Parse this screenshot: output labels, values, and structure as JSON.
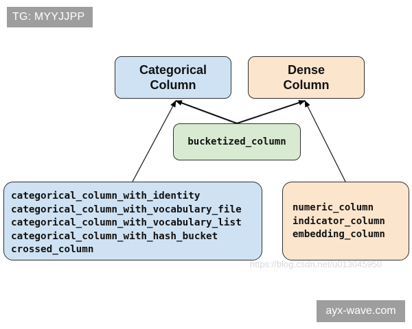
{
  "watermark_top": "TG: MYYJJPP",
  "nodes": {
    "categorical": "Categorical\nColumn",
    "dense": "Dense\nColumn",
    "bucketized": "bucketized_column",
    "categorical_list": [
      "categorical_column_with_identity",
      "categorical_column_with_vocabulary_file",
      "categorical_column_with_vocabulary_list",
      "categorical_column_with_hash_bucket",
      "crossed_column"
    ],
    "dense_list": [
      "numeric_column",
      "indicator_column",
      "embedding_column"
    ]
  },
  "faint_watermark": "https://blog.csdn.net/u013045950",
  "watermark_bottom": "ayx-wave.com",
  "colors": {
    "categorical_fill": "#cfe2f3",
    "dense_fill": "#fce5cd",
    "bucketized_fill": "#d9ead3",
    "stroke": "#2f2f2f"
  }
}
